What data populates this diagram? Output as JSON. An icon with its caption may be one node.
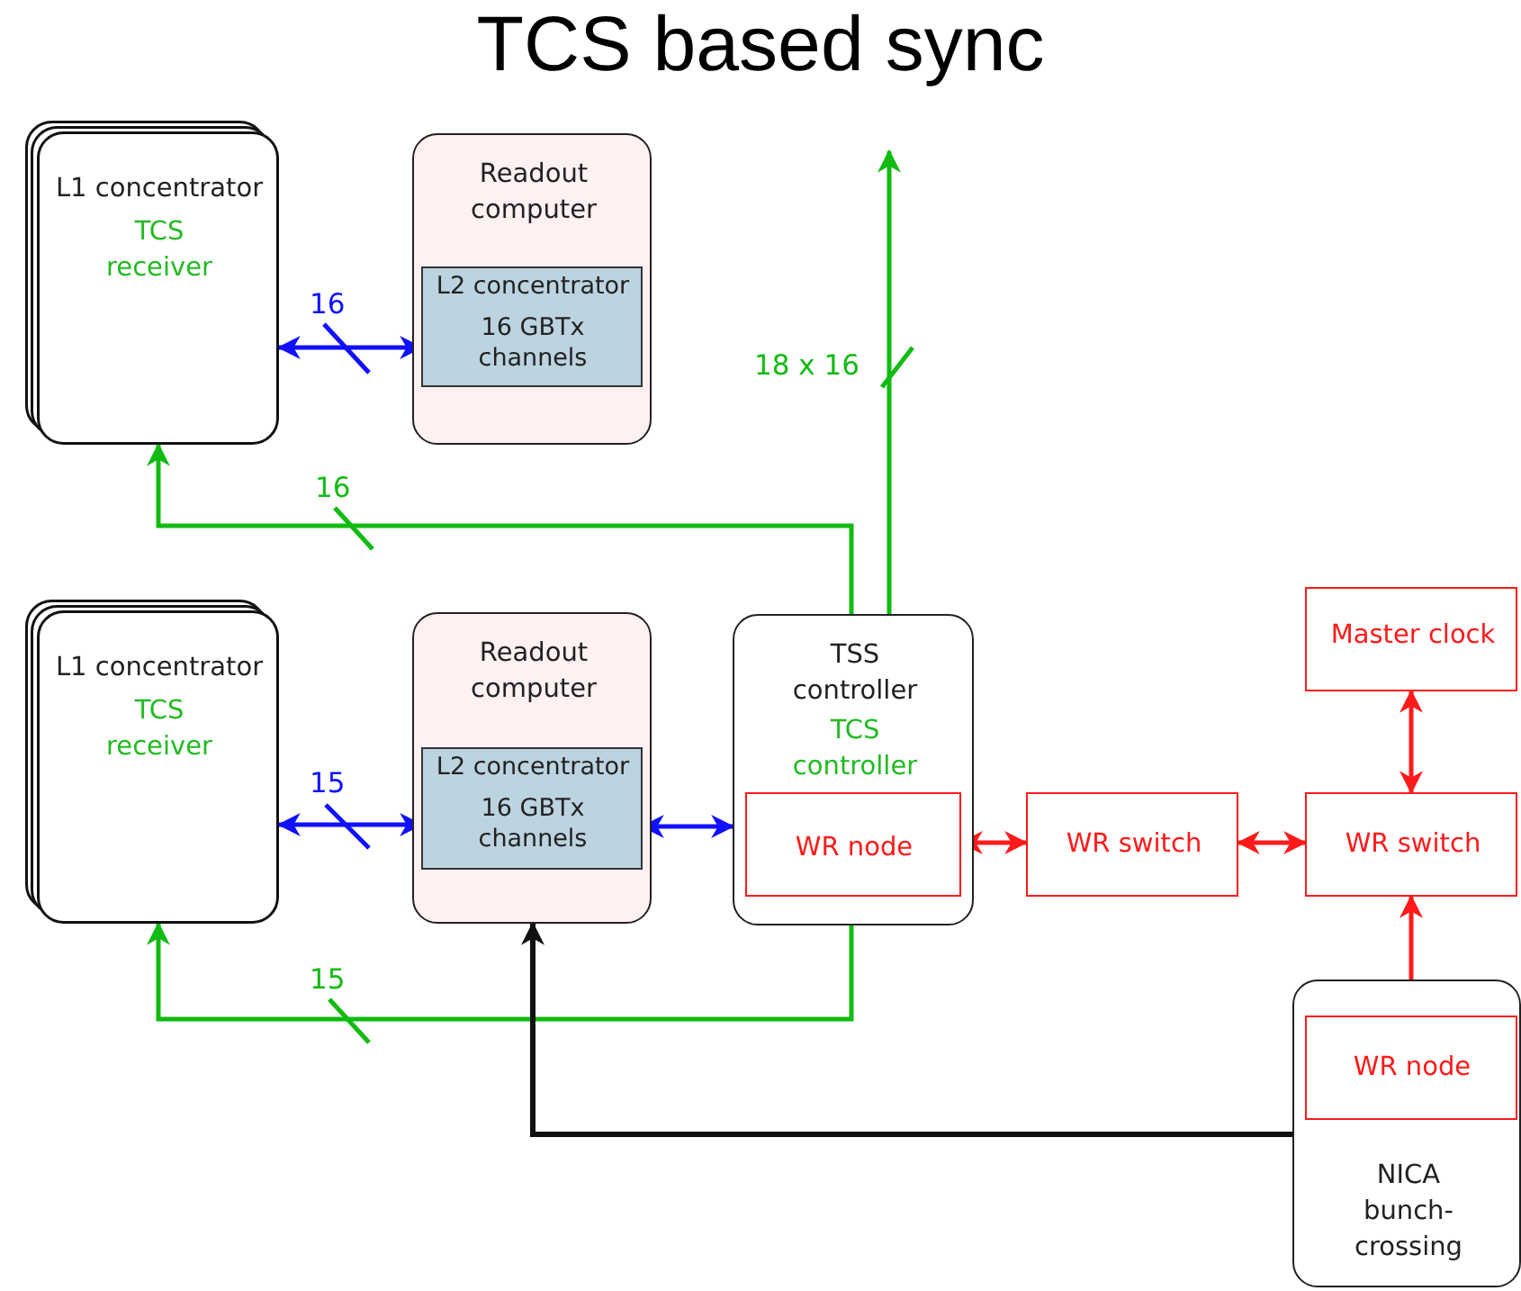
{
  "diagram": {
    "title": "TCS based sync",
    "nodes": [
      {
        "text": [
          "L1 concentrator",
          "TCS receiver"
        ]
      },
      {
        "text": [
          "Readout computer"
        ]
      },
      {
        "text": [
          "L2 concentrator",
          "16 GBTx channels"
        ],
        "in": 1
      },
      {
        "text": [
          "L1 concentrator",
          "TCS receiver"
        ]
      },
      {
        "text": [
          "Readout computer"
        ]
      },
      {
        "text": [
          "L2 concentrator",
          "16 GBTx channels"
        ],
        "in": 4
      },
      {
        "text": [
          "TSS controller",
          "TCS controller"
        ]
      },
      {
        "text": [
          "WR node"
        ],
        "in": 6
      },
      {
        "text": [
          "WR switch"
        ]
      },
      {
        "text": [
          "Master clock"
        ]
      },
      {
        "text": [
          "WR switch"
        ]
      },
      {
        "text": [
          "NICA bunch-crossing"
        ]
      },
      {
        "text": [
          "WR node"
        ],
        "in": 11
      }
    ],
    "edges": [
      {
        "from": 0,
        "to": 2,
        "arrow": "both",
        "label": "16",
        "color": "#1010ff"
      },
      {
        "from": 6,
        "to": 0,
        "arrow": "to",
        "label": "16",
        "color": "#11bb11"
      },
      {
        "from": 6,
        "to": null,
        "arrow": "to",
        "label": "18 x 16",
        "color": "#11bb11"
      },
      {
        "from": 3,
        "to": 5,
        "arrow": "both",
        "label": "15",
        "color": "#1010ff"
      },
      {
        "from": 5,
        "to": 6,
        "arrow": "both",
        "color": "#1010ff"
      },
      {
        "from": 6,
        "to": 3,
        "arrow": "to",
        "label": "15",
        "color": "#11bb11"
      },
      {
        "from": 11,
        "to": 4,
        "arrow": "to",
        "color": "#111111"
      },
      {
        "from": 7,
        "to": 8,
        "arrow": "both",
        "color": "#ff1a1a"
      },
      {
        "from": 8,
        "to": 10,
        "arrow": "both",
        "color": "#ff1a1a"
      },
      {
        "from": 9,
        "to": 10,
        "arrow": "both",
        "color": "#ff1a1a"
      },
      {
        "from": 10,
        "to": 12,
        "arrow": "both",
        "color": "#ff1a1a"
      }
    ]
  }
}
